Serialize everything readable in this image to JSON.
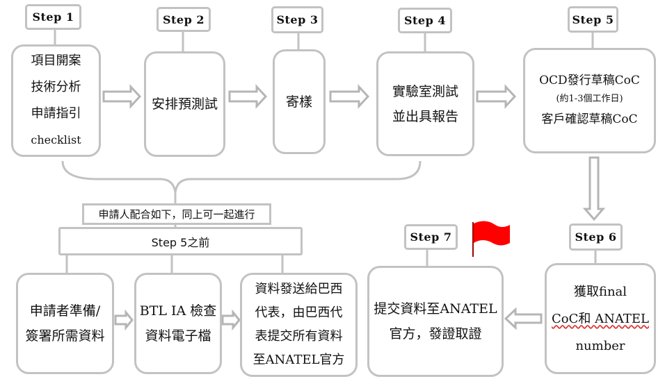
{
  "steps": {
    "s1": "Step 1",
    "s2": "Step 2",
    "s3": "Step 3",
    "s4": "Step 4",
    "s5": "Step 5",
    "s6": "Step 6",
    "s7": "Step 7"
  },
  "boxes": {
    "b1": [
      "項目開案",
      "技術分析",
      "申請指引",
      "checklist"
    ],
    "b2": [
      "安排預測試"
    ],
    "b3": [
      "寄樣"
    ],
    "b4": [
      "實驗室測試",
      "並出具報告"
    ],
    "b5": [
      "OCD發行草稿CoC",
      "(約1-3個工作日)",
      "客戶確認草稿CoC"
    ],
    "b6": [
      "獲取final",
      "CoC和 ANATEL",
      "number"
    ],
    "b7": [
      "提交資料至ANATEL",
      "官方，發證取證"
    ],
    "p1": [
      "申請者準備/",
      "簽署所需資料"
    ],
    "p2": [
      "BTL IA 檢查",
      "資料電子檔"
    ],
    "p3": [
      "資料發送給巴西",
      "代表，由巴西代",
      "表提交所有資料",
      "至ANATEL官方"
    ]
  },
  "notes": {
    "applicant": "申請人配合如下，同上可一起進行",
    "before_step5": "Step 5之前"
  },
  "colors": {
    "border": "#c2c2c2",
    "flag": "#ff0000"
  }
}
